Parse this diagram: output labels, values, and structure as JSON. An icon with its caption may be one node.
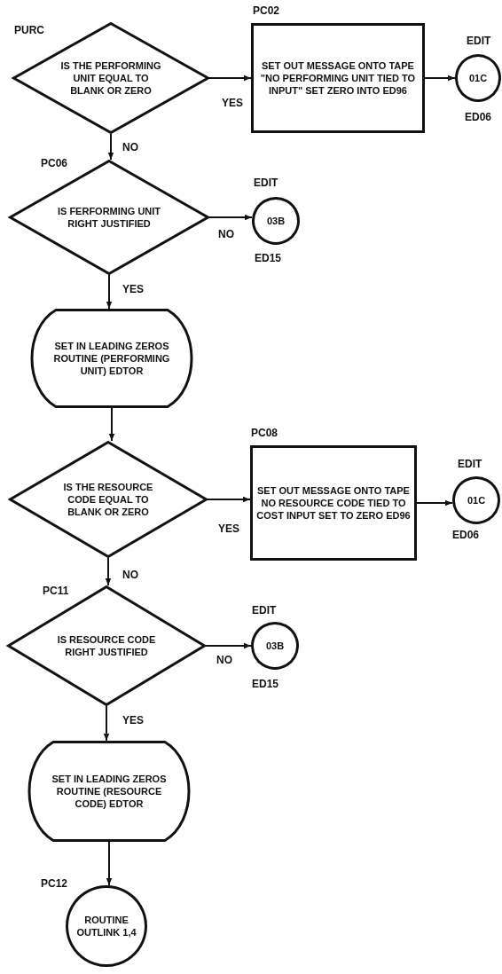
{
  "diagram": {
    "nodes": [
      {
        "text": [
          "IS THE PERFORMING UNIT EQUAL TO BLANK OR ZERO"
        ],
        "beside": [
          "PURC"
        ]
      },
      {
        "text": [
          "SET OUT MESSAGE ONTO TAPE \"NO PERFORMING UNIT TIED TO INPUT\" SET ZERO INTO ED96"
        ],
        "beside": [
          "PC02"
        ]
      },
      {
        "text": [
          "01C"
        ],
        "beside": [
          "EDIT",
          "ED06"
        ]
      },
      {
        "text": [
          "IS FERFORMING UNIT RIGHT JUSTIFIED"
        ],
        "beside": [
          "PC06"
        ]
      },
      {
        "text": [
          "03B"
        ],
        "beside": [
          "EDIT",
          "ED15"
        ]
      },
      {
        "text": [
          "SET IN LEADING ZEROS ROUTINE (PERFORMING UNIT) EDTOR"
        ]
      },
      {
        "text": [
          "IS THE RESOURCE CODE EQUAL TO BLANK OR ZERO"
        ]
      },
      {
        "text": [
          "SET OUT MESSAGE ONTO TAPE NO RESOURCE CODE TIED TO COST INPUT SET TO ZERO ED96"
        ],
        "beside": [
          "PC08"
        ]
      },
      {
        "text": [
          "01C"
        ],
        "beside": [
          "EDIT",
          "ED06"
        ]
      },
      {
        "text": [
          "IS RESOURCE CODE RIGHT JUSTIFIED"
        ],
        "beside": [
          "PC11"
        ]
      },
      {
        "text": [
          "03B"
        ],
        "beside": [
          "EDIT",
          "ED15"
        ]
      },
      {
        "text": [
          "SET IN LEADING ZEROS ROUTINE (RESOURCE CODE) EDTOR"
        ]
      },
      {
        "text": [
          "ROUTINE OUTLINK 1,4"
        ],
        "beside": [
          "PC12"
        ]
      }
    ],
    "edges": [
      {
        "from": 0,
        "to": 1,
        "arrow": "to",
        "label": "YES"
      },
      {
        "from": 1,
        "to": 2,
        "arrow": "to"
      },
      {
        "from": 0,
        "to": 3,
        "arrow": "to",
        "label": "NO"
      },
      {
        "from": 3,
        "to": 4,
        "arrow": "to",
        "label": "NO"
      },
      {
        "from": 3,
        "to": 5,
        "arrow": "to",
        "label": "YES"
      },
      {
        "from": 5,
        "to": 6,
        "arrow": "to"
      },
      {
        "from": 6,
        "to": 7,
        "arrow": "to",
        "label": "YES"
      },
      {
        "from": 7,
        "to": 8,
        "arrow": "to"
      },
      {
        "from": 6,
        "to": 9,
        "arrow": "to",
        "label": "NO"
      },
      {
        "from": 9,
        "to": 10,
        "arrow": "to",
        "label": "NO"
      },
      {
        "from": 9,
        "to": 11,
        "arrow": "to",
        "label": "YES"
      },
      {
        "from": 11,
        "to": 12,
        "arrow": "to"
      }
    ]
  }
}
